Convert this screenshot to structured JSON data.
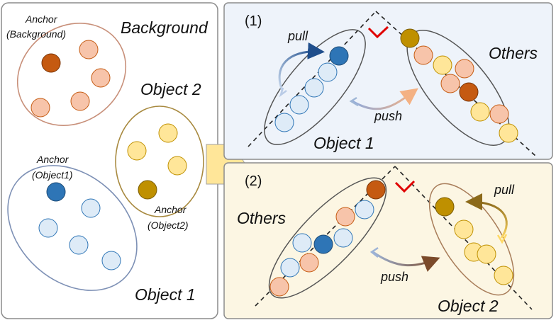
{
  "labels": {
    "background": "Background",
    "object2": "Object 2",
    "object1": "Object 1",
    "anchor_background_line1": "Anchor",
    "anchor_background_line2": "(Background)",
    "anchor_object1_line1": "Anchor",
    "anchor_object1_line2": "(Object1)",
    "anchor_object2_line1": "Anchor",
    "anchor_object2_line2": "(Object2)",
    "panel1_number": "(1)",
    "panel1_pull": "pull",
    "panel1_push": "push",
    "panel1_others": "Others",
    "panel1_object": "Object 1",
    "panel2_number": "(2)",
    "panel2_pull": "pull",
    "panel2_push": "push",
    "panel2_others": "Others",
    "panel2_object": "Object 2"
  },
  "colors": {
    "background_point": "#F7C4AA",
    "background_anchor": "#C55A11",
    "object2_point": "#FFE699",
    "object2_anchor": "#BF9000",
    "object1_point": "#DEEBF7",
    "object1_anchor": "#2E75B6",
    "panel1_bg": "#EEF3FA",
    "panel2_bg": "#FCF6E3",
    "right_angle_mark": "#E00000",
    "arrow_fill": "#FFE699"
  },
  "icons": {
    "transition_arrow": "right-arrow-icon",
    "right_angle": "right-angle-icon"
  }
}
